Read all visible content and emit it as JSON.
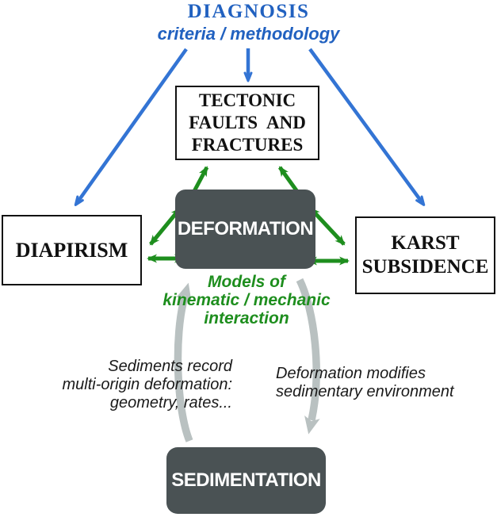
{
  "title": "DIAGNOSIS",
  "subtitle": "criteria / methodology",
  "nodes": {
    "tectonic": {
      "lines": [
        "TECTONIC",
        "FAULTS AND",
        "FRACTURES"
      ]
    },
    "diapirism": {
      "label": "DIAPIRISM"
    },
    "karst": {
      "lines": [
        "KARST",
        "SUBSIDENCE"
      ]
    },
    "deformation": {
      "label": "DEFORMATION"
    },
    "sedimentation": {
      "label": "SEDIMENTATION"
    }
  },
  "annotations": {
    "models": {
      "lines": [
        "Models of",
        "kinematic / mechanic",
        "interaction"
      ]
    },
    "sediments": {
      "lines": [
        "Sediments record",
        "multi-origin deformation:",
        "geometry, rates..."
      ]
    },
    "modifies": {
      "lines": [
        "Deformation modifies",
        "sedimentary environment"
      ]
    }
  },
  "colors": {
    "blue-text": "#2161c0",
    "blue-arrow": "#3374d4",
    "green": "#1e8e1e",
    "dark": "#4a5254",
    "gray": "#b9c1c1"
  }
}
